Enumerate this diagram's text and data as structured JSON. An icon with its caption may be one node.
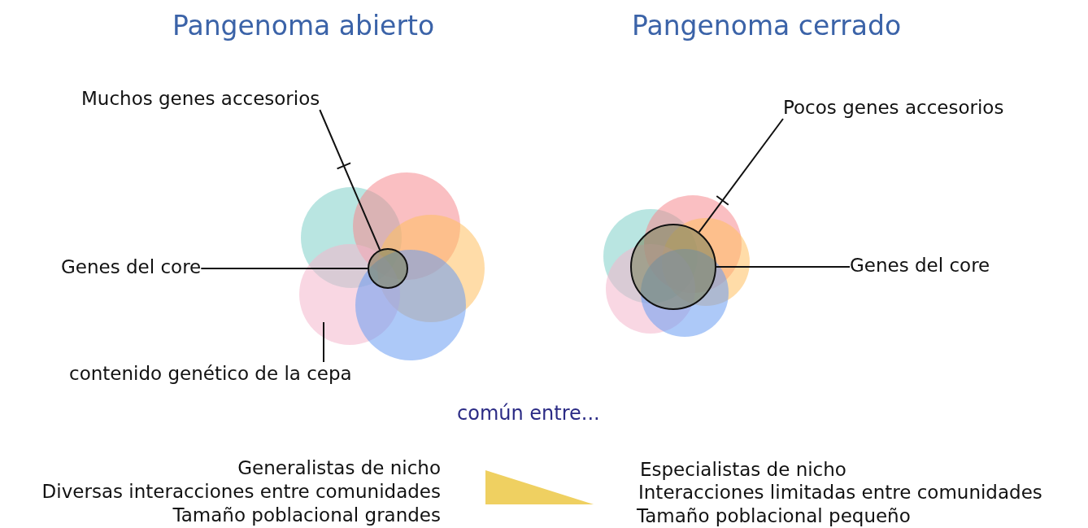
{
  "diagram": {
    "nodes": [
      {
        "text": [
          "Muchos genes accesorios"
        ]
      },
      {
        "text": [
          "Genes del core"
        ]
      },
      {
        "text": [],
        "shape": "circle"
      },
      {
        "text": [
          "contenido genético de la cepa"
        ]
      },
      {
        "text": [
          "Pocos genes accesorios"
        ]
      },
      {
        "text": [],
        "shape": "circle"
      },
      {
        "text": [
          "Genes del core"
        ]
      }
    ],
    "edges": [
      {
        "from": 0,
        "to": 2,
        "arrow": "none"
      },
      {
        "from": 1,
        "to": 2,
        "arrow": "none"
      },
      {
        "from": 3,
        "to": null,
        "arrow": "none"
      },
      {
        "from": 4,
        "to": 5,
        "arrow": "none"
      },
      {
        "from": 6,
        "to": 5,
        "arrow": "none"
      }
    ],
    "labels": [
      "Pangenoma abierto",
      "Pangenoma cerrado",
      "común entre...",
      "Generalistas de nicho",
      "Especialistas de nicho",
      "Diversas interacciones entre comunidades",
      "Interacciones limitadas entre comunidades",
      "Tamaño poblacional grandes",
      "Tamaño poblacional pequeño"
    ]
  }
}
